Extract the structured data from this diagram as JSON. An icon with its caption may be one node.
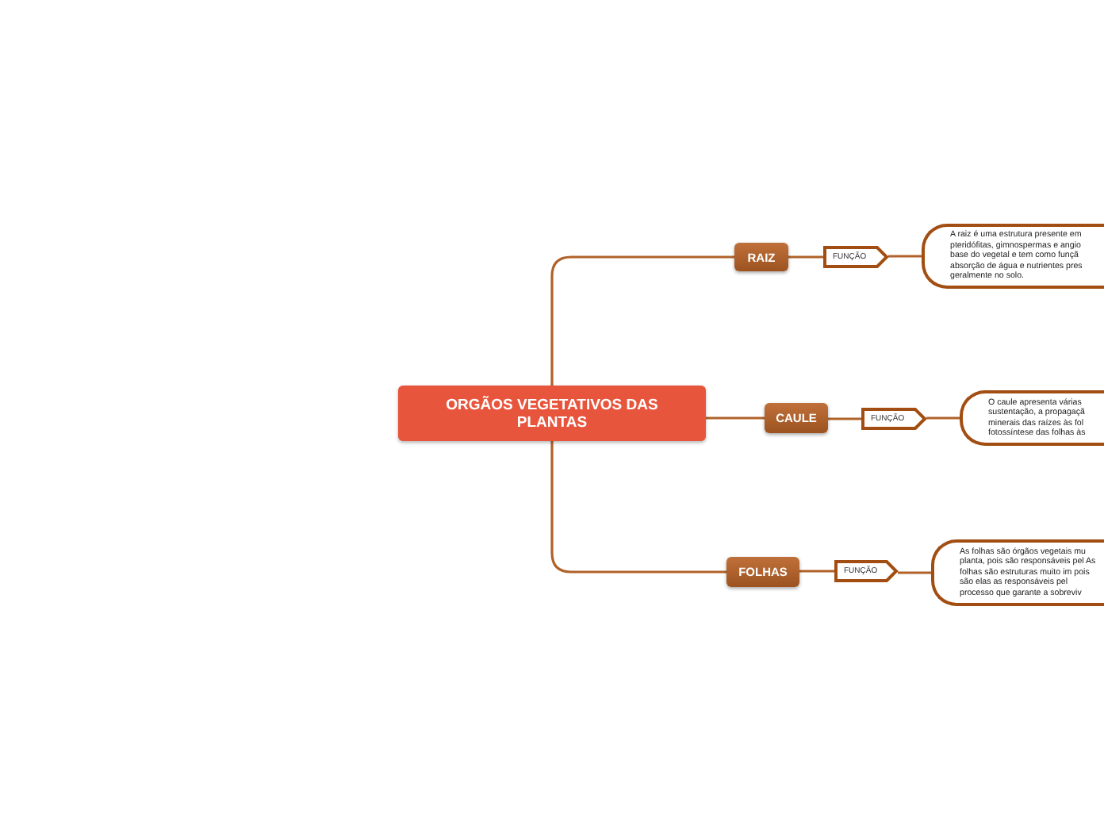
{
  "diagram": {
    "nodes": [
      {
        "text": [
          "ORGÃOS VEGETATIVOS DAS PLANTAS"
        ]
      },
      {
        "text": [
          "RAIZ"
        ]
      },
      {
        "text": [
          "FUNÇÃO"
        ]
      },
      {
        "text": [
          "A raiz é uma estrutura presente em pteridófitas, gimnospermas e angio base do vegetal e tem como funçã absorção de água e nutrientes pres geralmente no solo."
        ]
      },
      {
        "text": [
          "CAULE"
        ]
      },
      {
        "text": [
          "FUNÇÃO"
        ]
      },
      {
        "text": [
          "O caule apresenta várias sustentação, a propagaçã minerais das raízes às fol fotossíntese das folhas às"
        ]
      },
      {
        "text": [
          "FOLHAS"
        ]
      },
      {
        "text": [
          "FUNÇÃO"
        ]
      },
      {
        "text": [
          "As folhas são órgãos vegetais mu planta, pois são responsáveis pel As folhas são estruturas muito im pois são elas as responsáveis pel processo que garante a sobreviv"
        ]
      }
    ],
    "edges": [
      {
        "from": 0,
        "to": 1,
        "arrow": "none"
      },
      {
        "from": 1,
        "to": 2,
        "arrow": "none"
      },
      {
        "from": 2,
        "to": 3,
        "arrow": "none"
      },
      {
        "from": 0,
        "to": 4,
        "arrow": "none"
      },
      {
        "from": 4,
        "to": 5,
        "arrow": "none"
      },
      {
        "from": 5,
        "to": 6,
        "arrow": "none"
      },
      {
        "from": 0,
        "to": 7,
        "arrow": "none"
      },
      {
        "from": 7,
        "to": 8,
        "arrow": "none"
      },
      {
        "from": 8,
        "to": 9,
        "arrow": "none"
      }
    ]
  }
}
